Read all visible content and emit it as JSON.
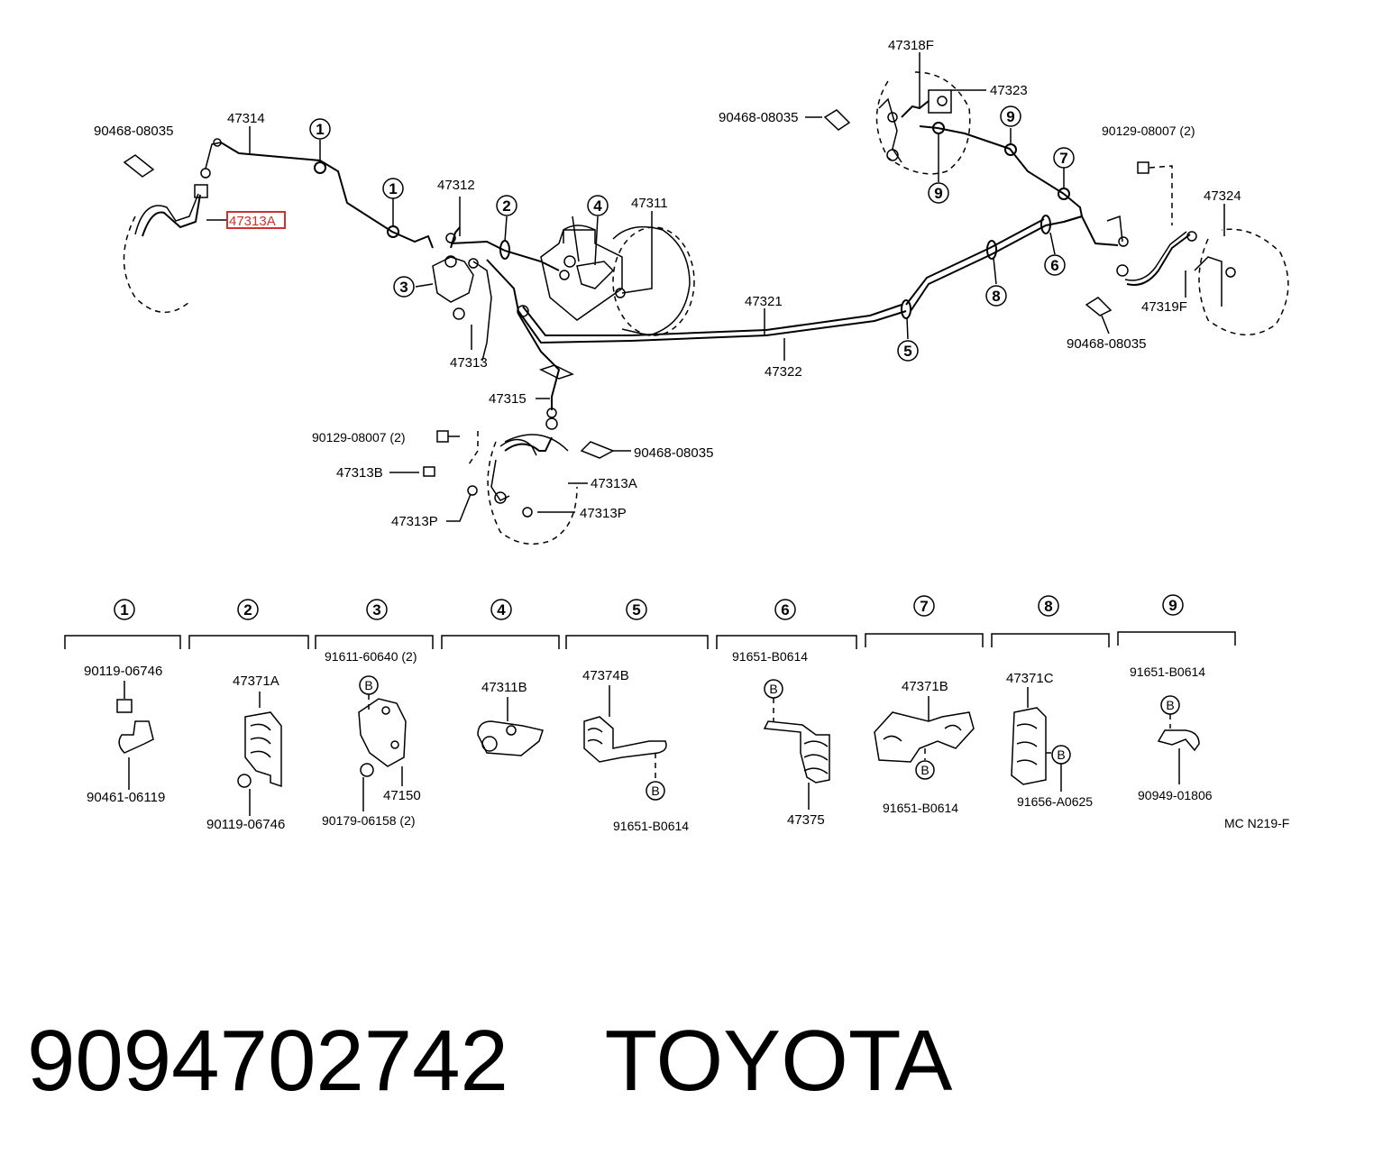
{
  "upper_labels": {
    "p90468_a": "90468-08035",
    "p47314": "47314",
    "p47313A_hl": "47313A",
    "p47312": "47312",
    "p47311": "47311",
    "p47313": "47313",
    "p47315": "47315",
    "p90129_a": "90129-08007 (2)",
    "p47313B": "47313B",
    "p47313P_a": "47313P",
    "p47313A_b": "47313A",
    "p47313P_b": "47313P",
    "p90468_b": "90468-08035",
    "p47321": "47321",
    "p47322": "47322",
    "p47318F": "47318F",
    "p47323": "47323",
    "p90468_c": "90468-08035",
    "p90129_b": "90129-08007 (2)",
    "p47324": "47324",
    "p47319F": "47319F",
    "p90468_d": "90468-08035"
  },
  "callouts": {
    "c1a": "1",
    "c1b": "1",
    "c2": "2",
    "c3": "3",
    "c4": "4",
    "c5": "5",
    "c6": "6",
    "c7": "7",
    "c8": "8",
    "c9a": "9",
    "c9b": "9"
  },
  "details": [
    {
      "num": "1",
      "labels": [
        "90119-06746",
        "90461-06119"
      ]
    },
    {
      "num": "2",
      "labels": [
        "47371A",
        "90119-06746"
      ]
    },
    {
      "num": "3",
      "labels": [
        "91611-60640 (2)",
        "47150",
        "90179-06158 (2)"
      ]
    },
    {
      "num": "4",
      "labels": [
        "47311B"
      ]
    },
    {
      "num": "5",
      "labels": [
        "47374B",
        "91651-B0614"
      ]
    },
    {
      "num": "6",
      "labels": [
        "91651-B0614",
        "47375"
      ]
    },
    {
      "num": "7",
      "labels": [
        "47371B",
        "91651-B0614"
      ]
    },
    {
      "num": "8",
      "labels": [
        "47371C",
        "91656-A0625"
      ]
    },
    {
      "num": "9",
      "labels": [
        "91651-B0614",
        "90949-01806"
      ]
    }
  ],
  "bolt_letter": "B",
  "code": "MC N219-F",
  "footer": {
    "part_number": "9094702742",
    "brand": "TOYOTA"
  },
  "colors": {
    "highlight": "#d0312d",
    "ink": "#000000"
  }
}
